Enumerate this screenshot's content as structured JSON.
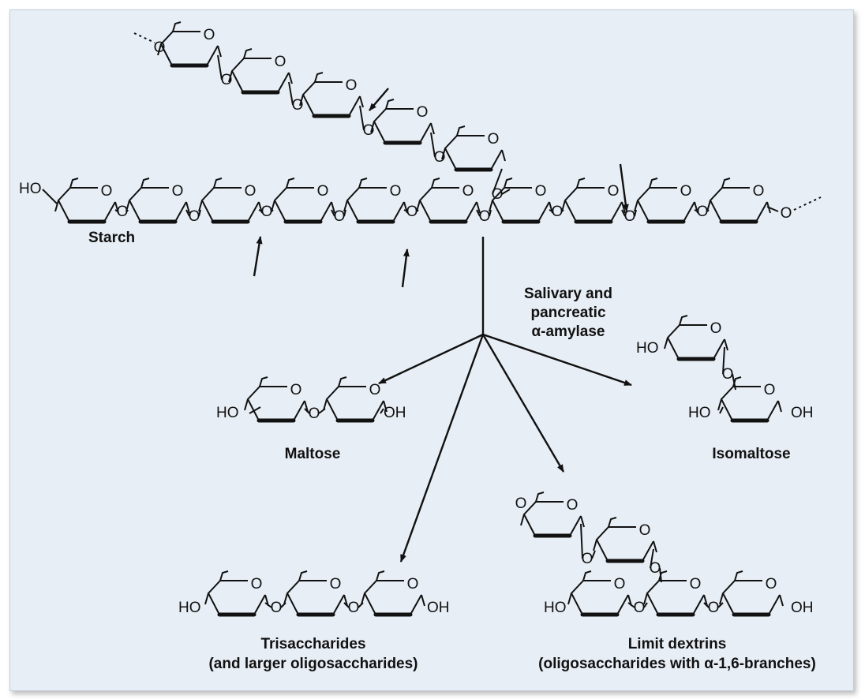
{
  "colors": {
    "panel": "#e8eef5",
    "border": "#c4cdd8",
    "ink": "#111111"
  },
  "labels": {
    "starch": "Starch",
    "enzyme_line1": "Salivary and",
    "enzyme_line2": "pancreatic",
    "enzyme_line3": "α-amylase",
    "maltose": "Maltose",
    "isomaltose": "Isomaltose",
    "trisaccharides_line1": "Trisaccharides",
    "trisaccharides_line2": "(and larger oligosaccharides)",
    "limit_dextrins_line1": "Limit dextrins",
    "limit_dextrins_line2": "(oligosaccharides with α-1,6-branches)"
  },
  "atoms": {
    "oxygen": "O",
    "hydroxyl": "HO",
    "hydroxyl_right": "OH"
  }
}
